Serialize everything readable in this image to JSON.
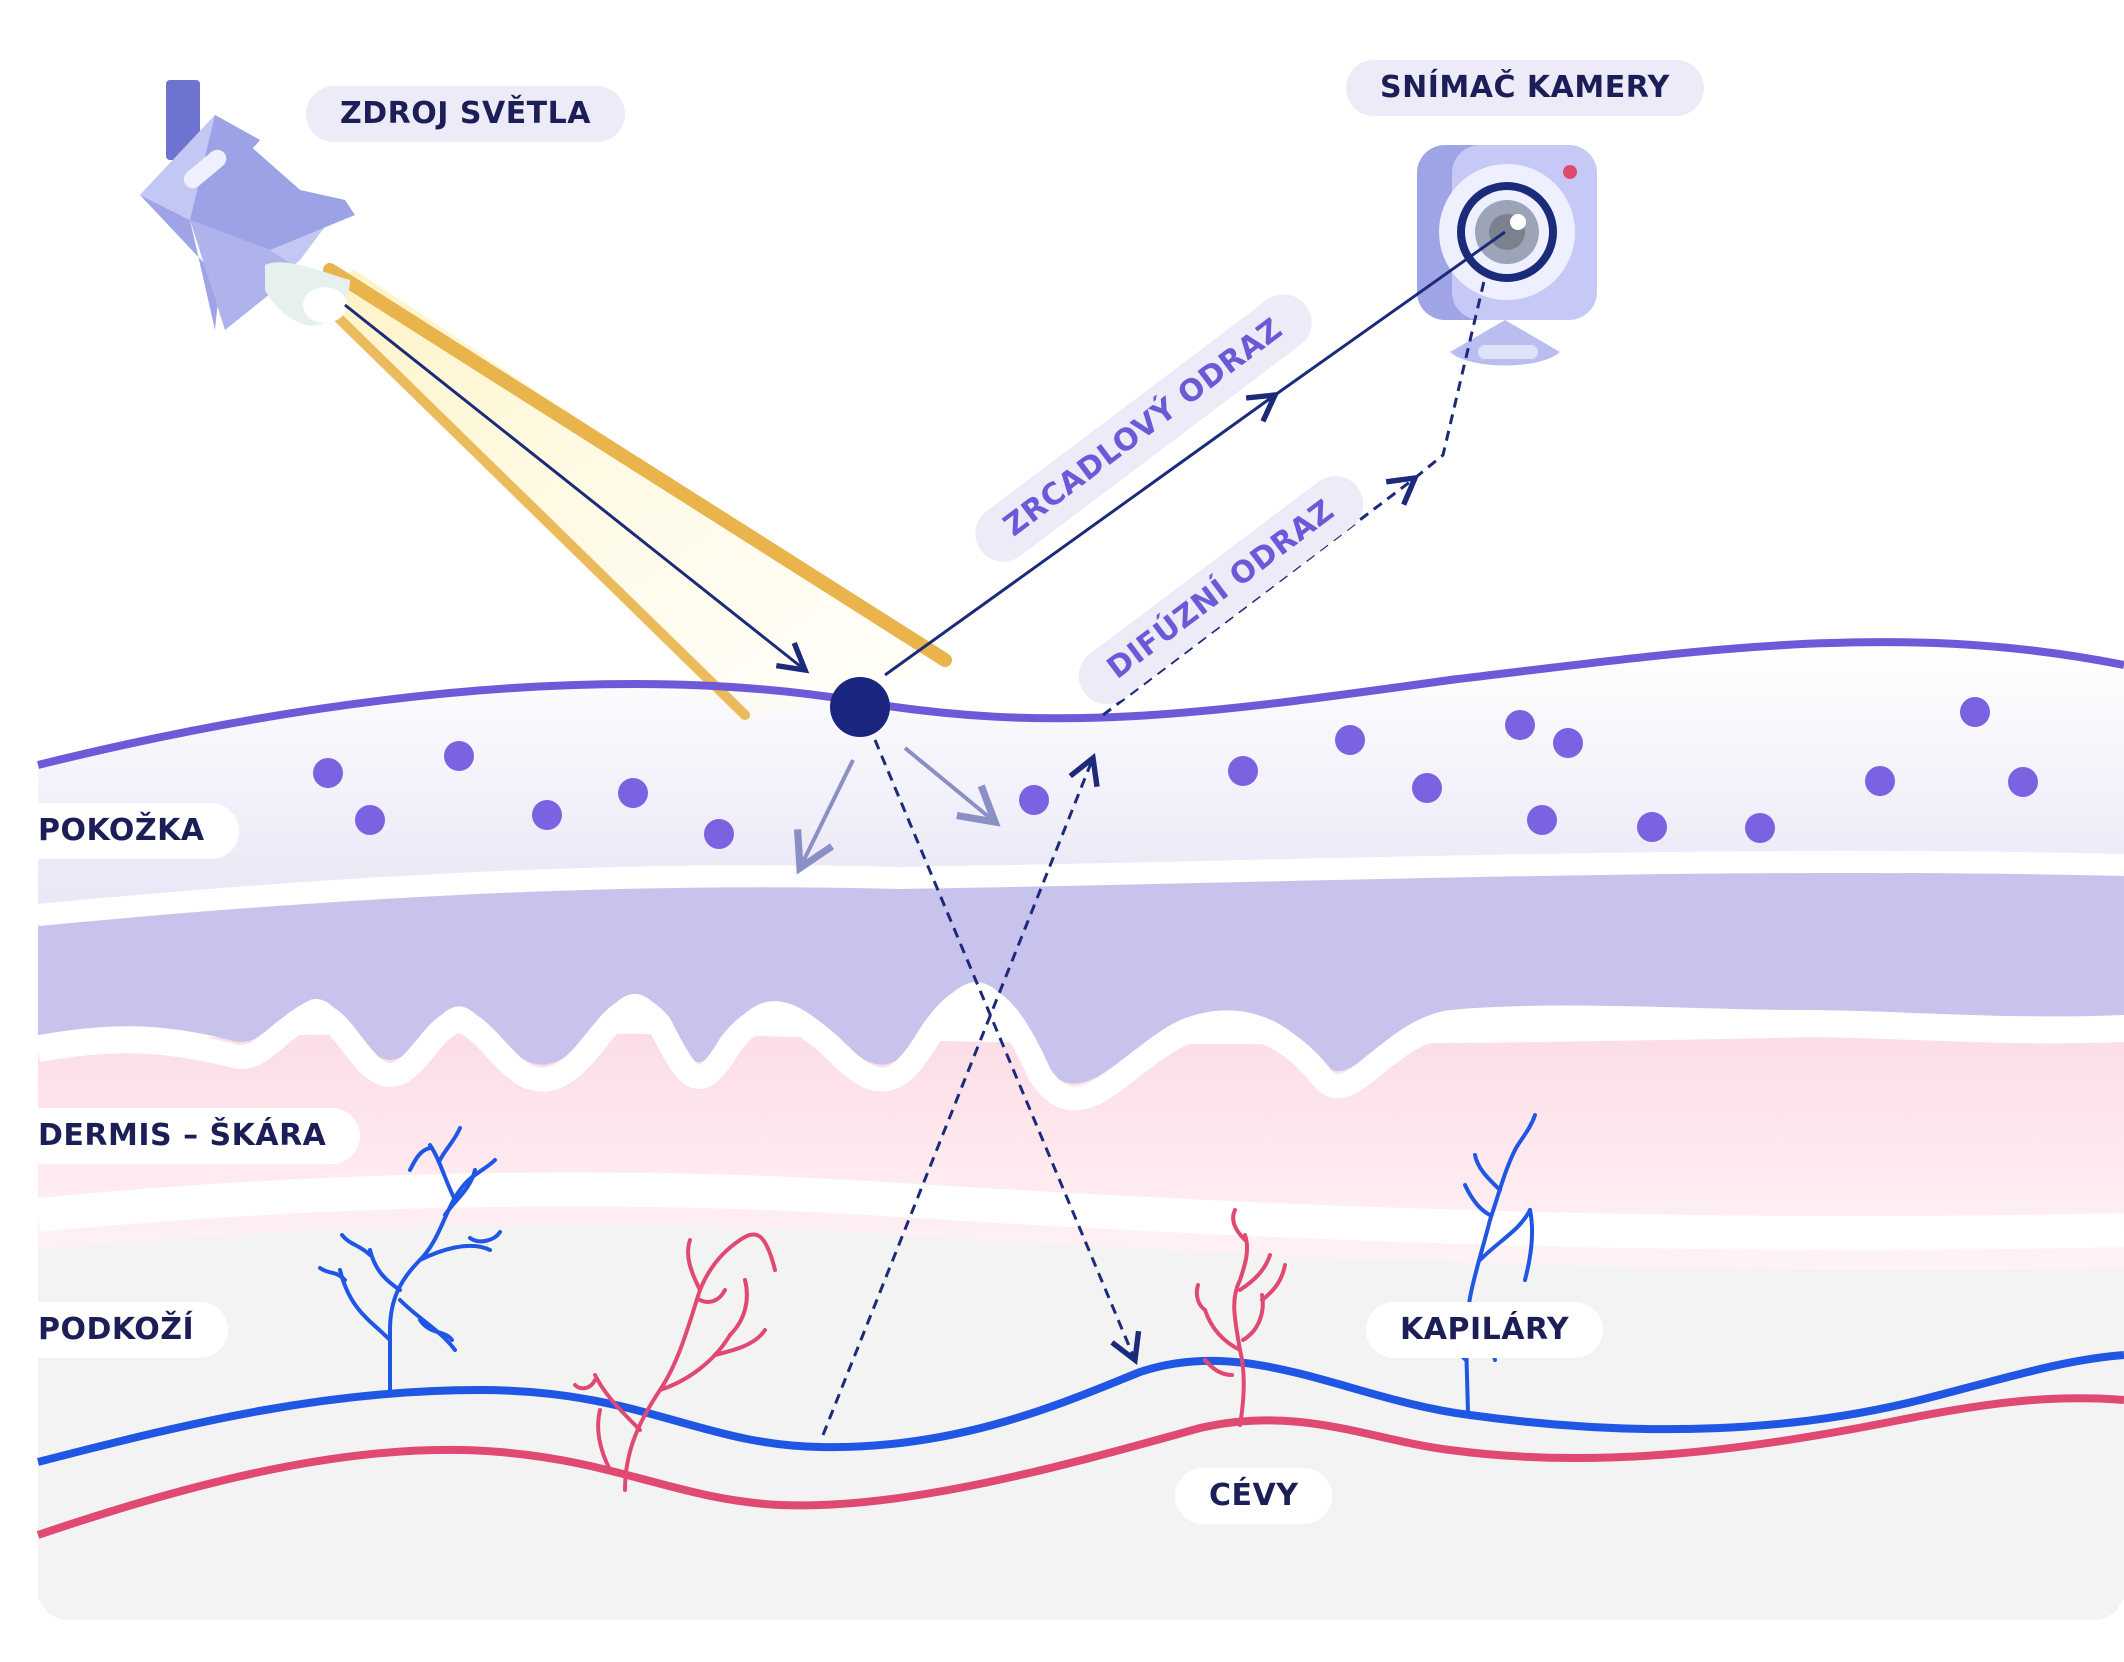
{
  "labels": {
    "light_source": "ZDROJ SVĚTLA",
    "camera_sensor": "SNÍMAČ KAMERY",
    "specular": "ZRCADLOVÝ ODRAZ",
    "diffuse": "DIFÚZNÍ ODRAZ",
    "epidermis": "POKOŽKA",
    "dermis": "DERMIS – ŠKÁRA",
    "subcutis": "PODKOŽÍ",
    "capillaries": "KAPILÁRY",
    "vessels": "CÉVY"
  },
  "colors": {
    "surface_line": "#7059d9",
    "melanin_dots": "#7a62e0",
    "epidermis_band": "#c8c3ec",
    "dermis_band": "#fde3ea",
    "subcutis_band": "#f3f3f3",
    "vein": "#1f56e3",
    "artery": "#e04a72",
    "light_beam": "#f3d77f",
    "ray": "#1c2a7a",
    "device": "#aeb4ec"
  },
  "icons": {
    "light_source": "spotlight-icon",
    "camera": "webcam-icon"
  }
}
